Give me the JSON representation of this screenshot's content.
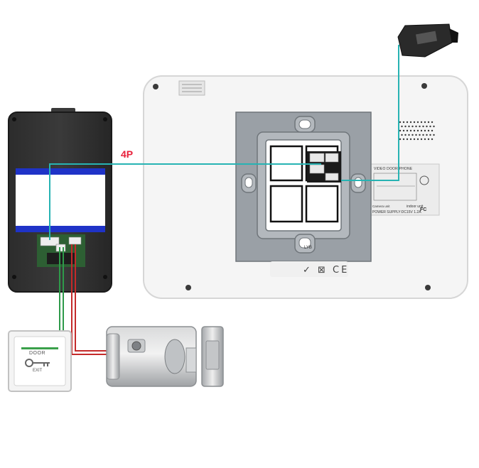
{
  "labels": {
    "wire": "4P",
    "monitor_sticker_title": "VIDEO DOOR PHONE",
    "monitor_sticker_unit": "indoor unit",
    "monitor_sticker_camera": "Camera unit",
    "monitor_sticker_power": "POWER SUPPLY:DC15V 1.2A",
    "monitor_sticker_fc": "FC",
    "monitor_cert_marks": "✓ ⊠ CE",
    "bracket_mark": "LYB",
    "exit_button_top": "DOOR",
    "exit_button_bottom": "EXIT"
  },
  "colors": {
    "signal_wire": "#27b3b3",
    "exit_wire": "#2e9a4a",
    "lock_wire": "#c42a2a",
    "wire_label": "#e8213b",
    "panel_stripe": "#1f33c7"
  },
  "icons": {
    "power_adapter": "power-adapter-icon",
    "key": "key-icon"
  }
}
